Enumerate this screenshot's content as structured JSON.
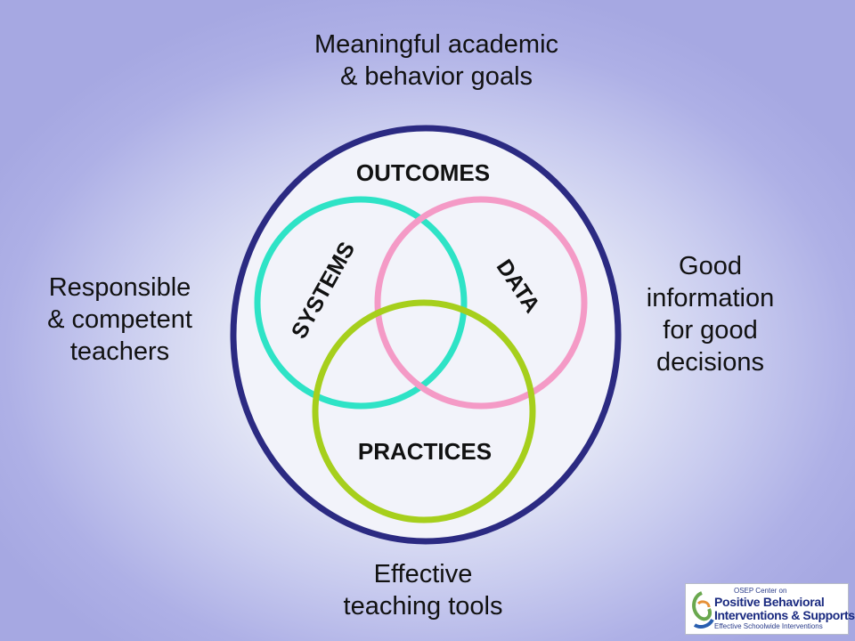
{
  "labels": {
    "top": "Meaningful academic\n& behavior goals",
    "left": "Responsible\n& competent\nteachers",
    "right": "Good\ninformation\nfor good\ndecisions",
    "bottom": "Effective\nteaching tools"
  },
  "diagram": {
    "outer": "OUTCOMES",
    "systems": "SYSTEMS",
    "data": "DATA",
    "practices": "PRACTICES"
  },
  "colors": {
    "outer_ring": "#2b2a82",
    "systems_ring": "#2ee3c6",
    "data_ring": "#f49ac6",
    "practices_ring": "#a6cf1c"
  },
  "logo": {
    "line1": "OSEP Center on",
    "line2": "Positive Behavioral",
    "line3": "Interventions & Supports",
    "line4": "Effective Schoolwide Interventions"
  }
}
